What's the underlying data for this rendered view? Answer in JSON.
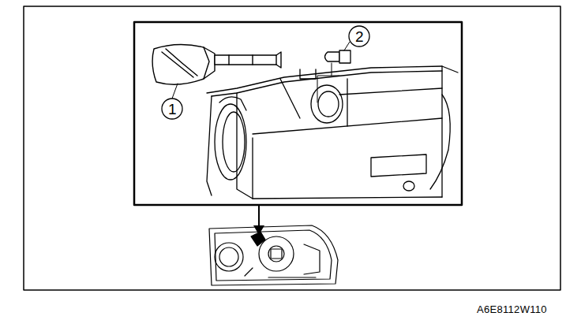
{
  "diagram": {
    "labels": [
      "1",
      "2",
      "A6E8112W110"
    ]
  }
}
